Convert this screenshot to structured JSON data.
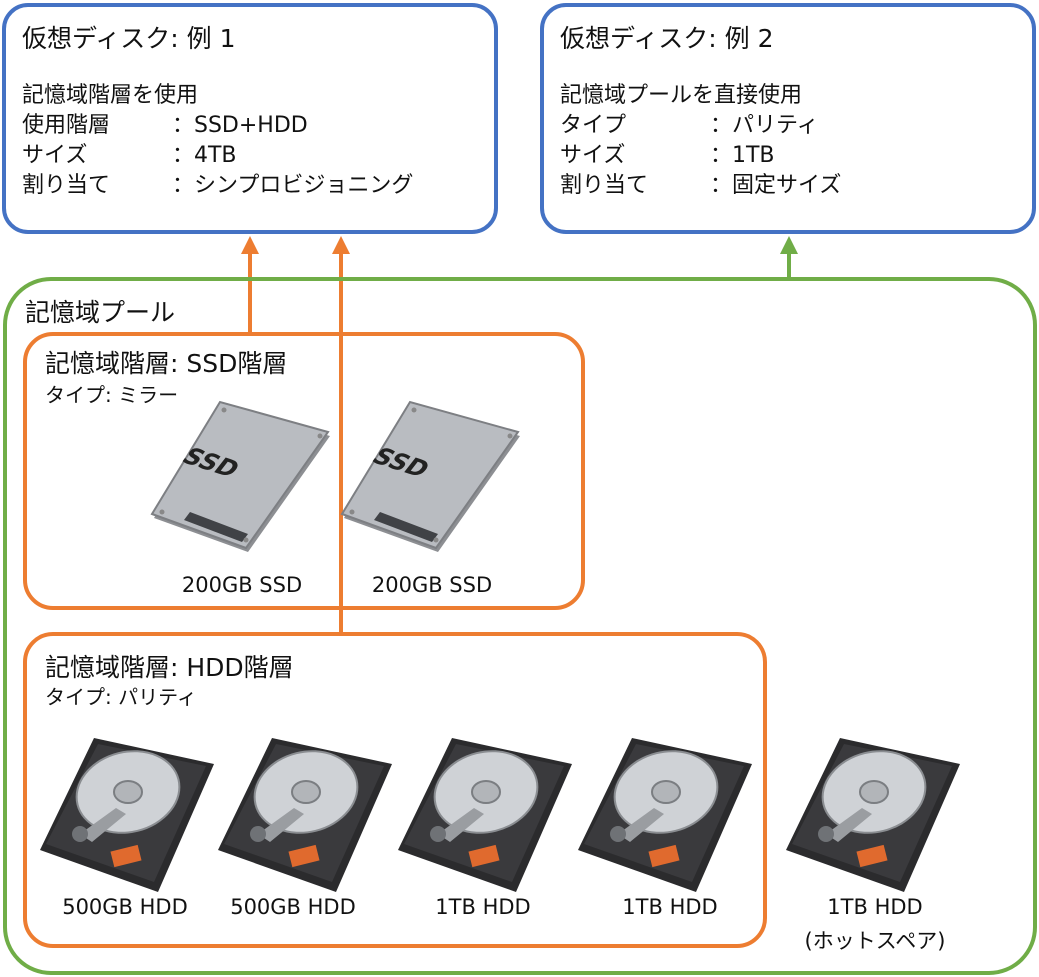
{
  "virtual_disks": [
    {
      "title": "仮想ディスク: 例 1",
      "description": "記憶域階層を使用",
      "rows": [
        {
          "key": "使用階層",
          "value": "：SSD+HDD"
        },
        {
          "key": "サイズ",
          "value": "：4TB"
        },
        {
          "key": "割り当て",
          "value": "：シンプロビジョニング"
        }
      ]
    },
    {
      "title": "仮想ディスク: 例 2",
      "description": "記憶域プールを直接使用",
      "rows": [
        {
          "key": "タイプ",
          "value": "：パリティ"
        },
        {
          "key": "サイズ",
          "value": "：1TB"
        },
        {
          "key": "割り当て",
          "value": "：固定サイズ"
        }
      ]
    }
  ],
  "pool": {
    "title": "記憶域プール",
    "ssd_tier": {
      "title": "記憶域階層: SSD階層",
      "type": "タイプ: ミラー",
      "disks": [
        {
          "label": "200GB SSD",
          "icon": "ssd-icon",
          "icon_text": "SSD"
        },
        {
          "label": "200GB SSD",
          "icon": "ssd-icon",
          "icon_text": "SSD"
        }
      ]
    },
    "hdd_tier": {
      "title": "記憶域階層: HDD階層",
      "type": "タイプ: パリティ",
      "disks": [
        {
          "label": "500GB HDD",
          "icon": "hdd-icon"
        },
        {
          "label": "500GB HDD",
          "icon": "hdd-icon"
        },
        {
          "label": "1TB HDD",
          "icon": "hdd-icon"
        },
        {
          "label": "1TB HDD",
          "icon": "hdd-icon"
        }
      ]
    },
    "hot_spare": {
      "label": "1TB HDD",
      "note": "(ホットスペア)",
      "icon": "hdd-icon"
    }
  },
  "colors": {
    "virtual_disk_border": "#4472c4",
    "pool_border": "#70ad47",
    "tier_border": "#ed7d31"
  }
}
